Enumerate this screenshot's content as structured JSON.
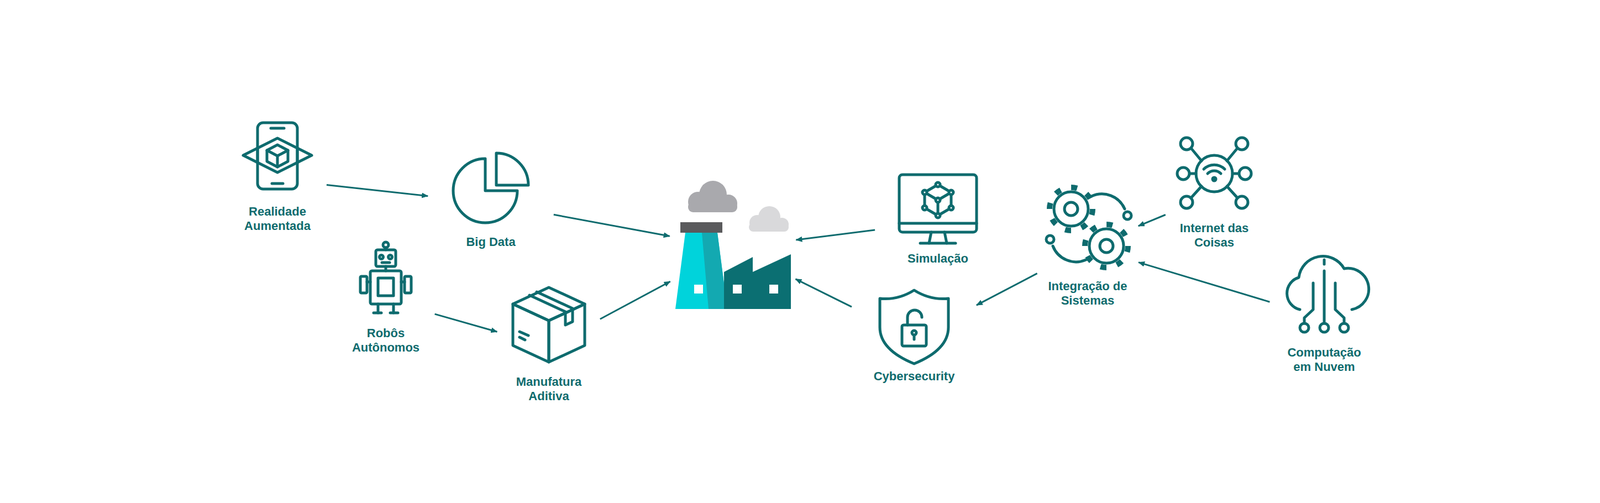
{
  "diagram": {
    "nodes": [
      {
        "text": [
          "Realidade Aumentada"
        ]
      },
      {
        "text": [
          "Big Data"
        ]
      },
      {
        "text": [
          "Robôs Autônomos"
        ]
      },
      {
        "text": [
          "Manufatura Aditiva"
        ]
      },
      {
        "text": []
      },
      {
        "text": [
          "Simulação"
        ]
      },
      {
        "text": [
          "Cybersecurity"
        ]
      },
      {
        "text": [
          "Integração de Sistemas"
        ]
      },
      {
        "text": [
          "Internet das Coisas"
        ]
      },
      {
        "text": [
          "Computação em Nuvem"
        ]
      }
    ],
    "edges": [
      {
        "from": 0,
        "to": 1,
        "arrow": "to"
      },
      {
        "from": 1,
        "to": 4,
        "arrow": "to"
      },
      {
        "from": 2,
        "to": 3,
        "arrow": "to"
      },
      {
        "from": 3,
        "to": 4,
        "arrow": "to"
      },
      {
        "from": 5,
        "to": 4,
        "arrow": "to"
      },
      {
        "from": 6,
        "to": 4,
        "arrow": "to"
      },
      {
        "from": 7,
        "to": 6,
        "arrow": "to"
      },
      {
        "from": 8,
        "to": 7,
        "arrow": "to"
      },
      {
        "from": 9,
        "to": 7,
        "arrow": "to"
      }
    ]
  }
}
